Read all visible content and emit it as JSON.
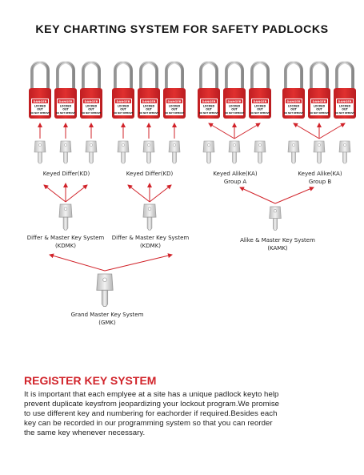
{
  "title": "KEY CHARTING SYSTEM FOR SAFETY PADLOCKS",
  "padlock_tag": {
    "danger": "DANGER",
    "line1": "LOCKED",
    "line2": "OUT",
    "line3": "DO NOT REMOVE"
  },
  "labels": {
    "kd1": "Keyed Differ(KD)",
    "kd2": "Keyed Differ(KD)",
    "ka_a_l1": "Keyed Alike(KA)",
    "ka_a_l2": "Group A",
    "ka_b_l1": "Keyed Alike(KA)",
    "ka_b_l2": "Group B",
    "kdmk1_l1": "Differ & Master Key System",
    "kdmk1_l2": "(KDMK)",
    "kdmk2_l1": "Differ & Master Key System",
    "kdmk2_l2": "(KDMK)",
    "kamk_l1": "Alike & Master Key System",
    "kamk_l2": "(KAMK)",
    "gmk_l1": "Grand Master Key System",
    "gmk_l2": "(GMK)"
  },
  "register": {
    "heading": "REGISTER KEY SYSTEM",
    "lines": [
      "It is important that each emplyee at a site has a unique padlock keyto help",
      "prevent duplicate keysfrom jeopardizing your lockout program.We promise",
      "to use different key and numbering for eachorder if required.Besides each",
      "key can be recorded in our programming system so that you can reorder",
      "the same key whenever necessary."
    ]
  },
  "colors": {
    "padlock_red": "#d8262b",
    "arrow_red": "#d1232a",
    "heading_red": "#d1232a",
    "shackle": "#c8c8c8",
    "key_silver": "#d6d6d6"
  }
}
